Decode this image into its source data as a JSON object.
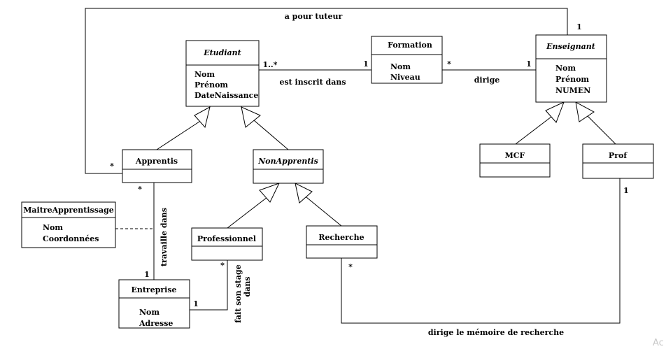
{
  "classes": {
    "etudiant": {
      "name": "Etudiant",
      "attrs": [
        "Nom",
        "Prénom",
        "DateNaissance"
      ]
    },
    "formation": {
      "name": "Formation",
      "attrs": [
        "Nom",
        "Niveau"
      ]
    },
    "enseignant": {
      "name": "Enseignant",
      "attrs": [
        "Nom",
        "Prénom",
        "NUMEN"
      ]
    },
    "apprentis": {
      "name": "Apprentis"
    },
    "non_apprentis": {
      "name": "NonApprentis"
    },
    "mcf": {
      "name": "MCF"
    },
    "prof": {
      "name": "Prof"
    },
    "maitre": {
      "name": "MaitreApprentissage",
      "attrs": [
        "Nom",
        "Coordonnées"
      ]
    },
    "professionnel": {
      "name": "Professionnel"
    },
    "recherche": {
      "name": "Recherche"
    },
    "entreprise": {
      "name": "Entreprise",
      "attrs": [
        "Nom",
        "Adresse"
      ]
    }
  },
  "associations": {
    "tuteur": {
      "label": "a pour tuteur",
      "mult_enseignant": "1",
      "mult_apprentis": "*"
    },
    "inscrit": {
      "label": "est inscrit dans",
      "mult_etudiant": "1..*",
      "mult_formation": "1"
    },
    "dirige": {
      "label": "dirige",
      "mult_formation": "*",
      "mult_enseignant": "1"
    },
    "travaille": {
      "label": "travaille dans",
      "mult_apprentis": "*",
      "mult_entreprise": "1"
    },
    "stage": {
      "label_line1": "fait son stage",
      "label_line2": "dans",
      "mult_professionnel": "*",
      "mult_entreprise": "1"
    },
    "memoire": {
      "label": "dirige le mémoire de recherche",
      "mult_recherche": "*",
      "mult_prof": "1"
    }
  },
  "watermark": "Ac"
}
